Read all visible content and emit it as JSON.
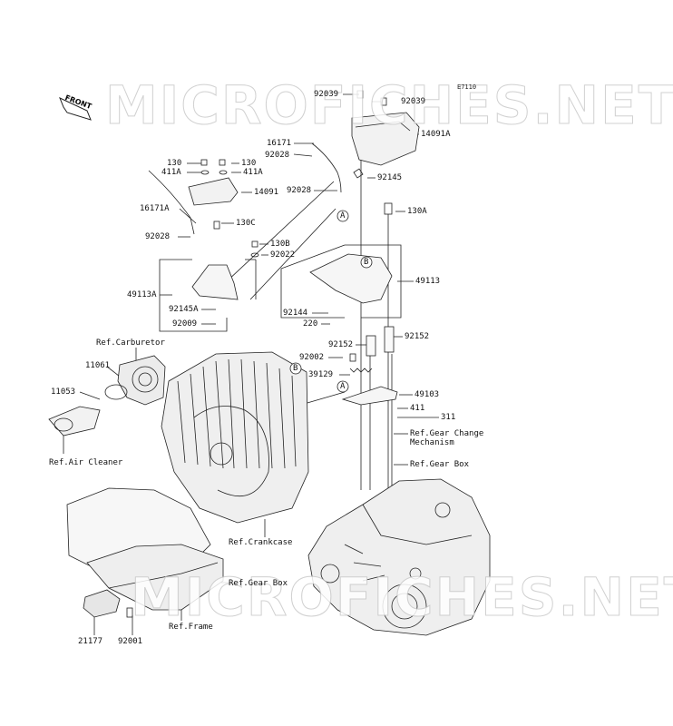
{
  "diagram_code": "E7110",
  "front_label": "FRONT",
  "watermark": "MICROFICHES.NET",
  "labels": {
    "p92039a": "92039",
    "p92039b": "92039",
    "p14091A": "14091A",
    "p16171": "16171",
    "p92028a": "92028",
    "p92028b": "92028",
    "p92145": "92145",
    "p130a": "130",
    "p130b": "130",
    "p411Aa": "411A",
    "p411Ab": "411A",
    "p14091": "14091",
    "p16171A": "16171A",
    "p130C": "130C",
    "p130A": "130A",
    "p92028c": "92028",
    "p130B": "130B",
    "p92022": "92022",
    "p49113A": "49113A",
    "p49113": "49113",
    "p92145A": "92145A",
    "p92009": "92009",
    "p92144": "92144",
    "p220": "220",
    "p92152a": "92152",
    "p92152b": "92152",
    "p92002": "92002",
    "p39129": "39129",
    "p49103": "49103",
    "p411": "411",
    "p311": "311",
    "p11061": "11061",
    "p11053": "11053",
    "ref_carburetor": "Ref.Carburetor",
    "ref_air_cleaner": "Ref.Air Cleaner",
    "ref_gear_change": "Ref.Gear Change Mechanism",
    "ref_gear_box1": "Ref.Gear Box",
    "ref_crankcase": "Ref.Crankcase",
    "ref_gear_box2": "Ref.Gear Box",
    "ref_frame": "Ref.Frame",
    "p21177": "21177",
    "p92001": "92001",
    "callout_A": "A",
    "callout_B": "B"
  }
}
